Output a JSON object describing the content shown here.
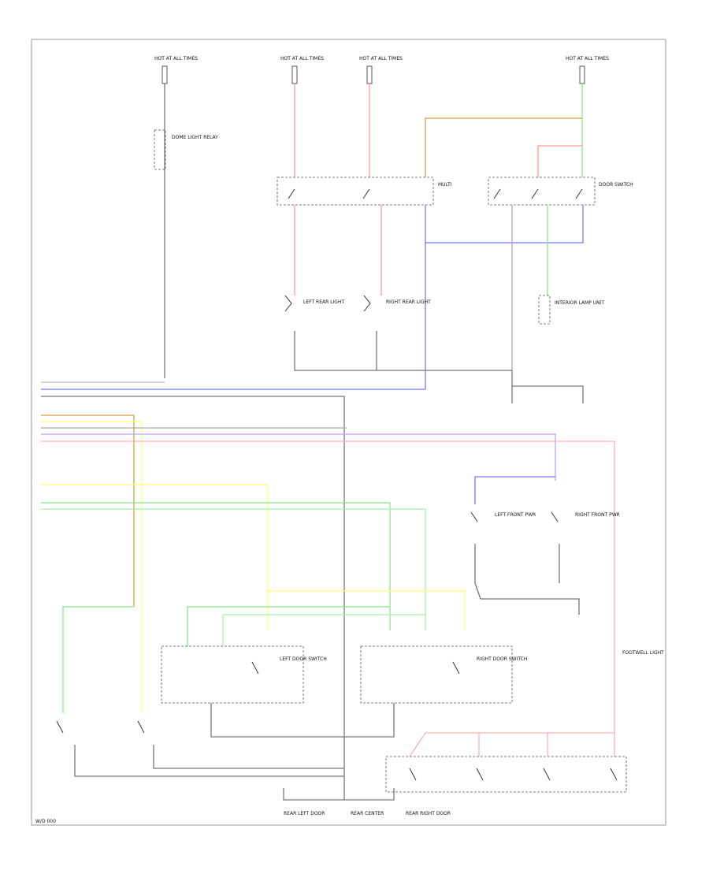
{
  "colors": {
    "black": "#6e6e6e",
    "blue": "#7777ff",
    "red": "#ff9a9a",
    "pink": "#ffb0b0",
    "green": "#88e888",
    "lightgreen": "#a8f0a8",
    "yellow": "#ffff77",
    "orange": "#d7a04a",
    "violet": "#b9a0ff",
    "gray": "#aaaaaa"
  },
  "labels": {
    "fuse_1": "HOT AT ALL TIMES",
    "fuse_2": "HOT AT ALL TIMES",
    "fuse_3": "HOT AT ALL TIMES",
    "fuse_4": "HOT AT ALL TIMES",
    "relay_left": "DOME LIGHT RELAY",
    "switch_right": "DOOR SWITCH",
    "courtesy_left": "LEFT REAR LIGHT",
    "courtesy_right": "RIGHT REAR LIGHT",
    "lamp_right_box": "INTERIOR LAMP UNIT",
    "pwr_left": "LEFT FRONT PWR",
    "pwr_right": "RIGHT FRONT PWR",
    "door_sw_left": "LEFT DOOR SWITCH",
    "door_sw_right": "RIGHT DOOR SWITCH",
    "footwell": "FOOTWELL LIGHT",
    "bottom_left": "REAR LEFT DOOR",
    "bottom_center": "REAR CENTER",
    "bottom_right": "REAR RIGHT DOOR",
    "corner": "W/D 000"
  }
}
